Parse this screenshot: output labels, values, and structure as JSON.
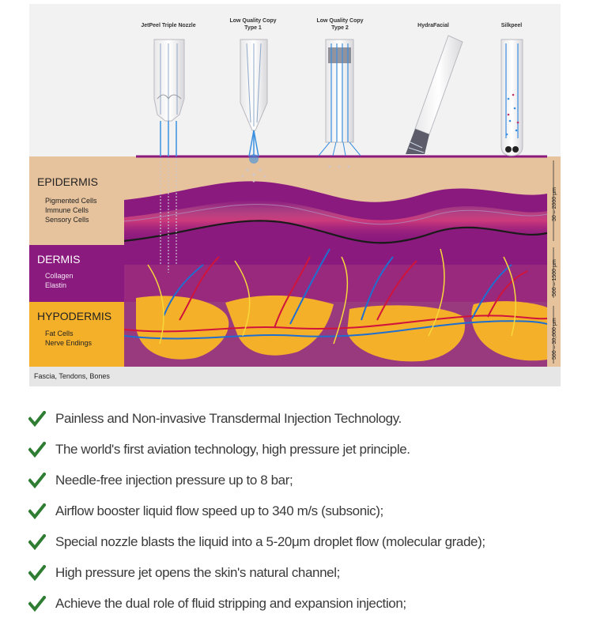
{
  "devices": [
    {
      "label": "JetPeel Triple Nozzle",
      "icon": "triple-nozzle-icon"
    },
    {
      "label_line1": "Low Quality Copy",
      "label_line2": "Type 1",
      "icon": "single-nozzle-icon"
    },
    {
      "label_line1": "Low Quality Copy",
      "label_line2": "Type 2",
      "icon": "wide-nozzle-icon"
    },
    {
      "label": "HydraFacial",
      "icon": "angled-probe-icon"
    },
    {
      "label": "Silkpeel",
      "icon": "tube-probe-icon"
    }
  ],
  "layers": [
    {
      "name": "EPIDERMIS",
      "items": [
        "Pigmented Cells",
        "Immune Cells",
        "Sensory Cells"
      ],
      "depth": "30 – 2000 μm",
      "color": "#e7c39d"
    },
    {
      "name": "DERMIS",
      "items": [
        "Collagen",
        "Elastin"
      ],
      "depth": "500 – 1500 μm",
      "color": "#8b1a7e"
    },
    {
      "name": "HYPODERMIS",
      "items": [
        "Fat Cells",
        "Nerve Endings"
      ],
      "depth": "500 – 30,000 μm",
      "color": "#f5b02a"
    }
  ],
  "base_label": "Fascia, Tendons, Bones",
  "features": [
    "Painless and Non-invasive Transdermal Injection Technology.",
    "The world's first aviation technology, high pressure jet principle.",
    "Needle-free injection pressure up to 8 bar;",
    "Airflow booster liquid flow speed up to 340 m/s (subsonic);",
    "Special nozzle blasts the liquid into a 5-20μm droplet flow (molecular grade);",
    "High pressure jet opens the skin's natural channel;",
    "Achieve the dual role of fluid stripping and expansion injection;"
  ],
  "colors": {
    "check": "#2e7d32",
    "epidermis": "#e7c39d",
    "dermis": "#8b1a7e",
    "hypodermis": "#f5b02a",
    "base": "#e6e6e6"
  }
}
